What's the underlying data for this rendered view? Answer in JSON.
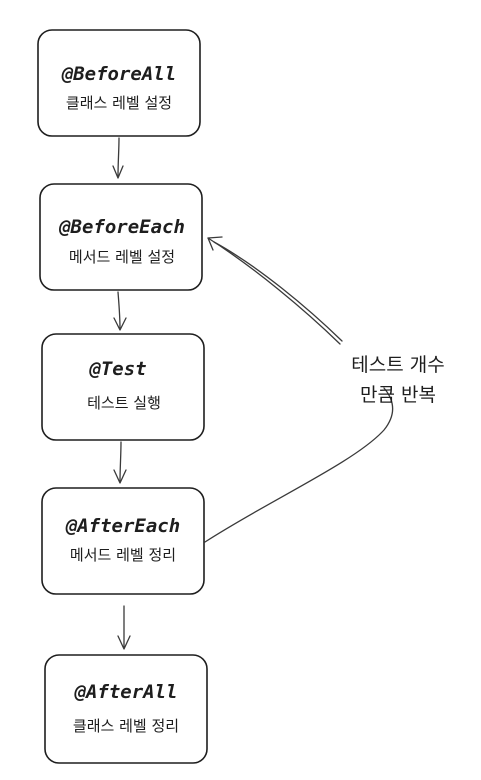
{
  "nodes": [
    {
      "title": "@BeforeAll",
      "subtitle": "클래스 레벨 설정"
    },
    {
      "title": "@BeforeEach",
      "subtitle": "메서드 레벨 설정"
    },
    {
      "title": "@Test",
      "subtitle": "테스트 실행"
    },
    {
      "title": "@AfterEach",
      "subtitle": "메서드 레벨 정리"
    },
    {
      "title": "@AfterAll",
      "subtitle": "클래스 레벨 정리"
    }
  ],
  "loop_label": {
    "line1": "테스트 개수",
    "line2": "만큼 반복"
  }
}
